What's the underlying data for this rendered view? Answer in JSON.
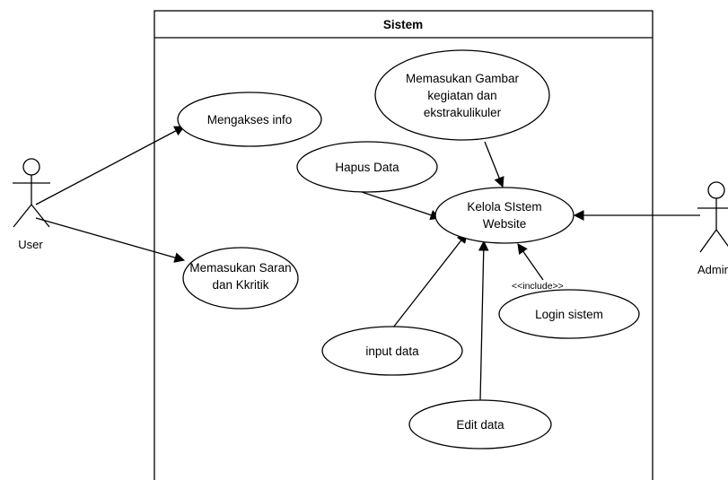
{
  "system": {
    "title": "Sistem"
  },
  "actors": {
    "user": {
      "label": "User"
    },
    "admin": {
      "label": "Admin"
    }
  },
  "use_cases": {
    "mengakses_info": [
      "Mengakses info"
    ],
    "memasukan_saran": [
      "Memasukan Saran",
      "dan Kkritik"
    ],
    "memasukan_gambar": [
      "Memasukan Gambar",
      "kegiatan dan",
      "ekstrakulikuler"
    ],
    "hapus_data": [
      "Hapus Data"
    ],
    "kelola_sistem": [
      "Kelola SIstem",
      "Website"
    ],
    "login_sistem": [
      "Login sistem"
    ],
    "input_data": [
      "input data"
    ],
    "edit_data": [
      "Edit data"
    ]
  },
  "relations": {
    "include_label": "<<include>>"
  },
  "colors": {
    "stroke": "#000000",
    "background": "#ffffff"
  }
}
